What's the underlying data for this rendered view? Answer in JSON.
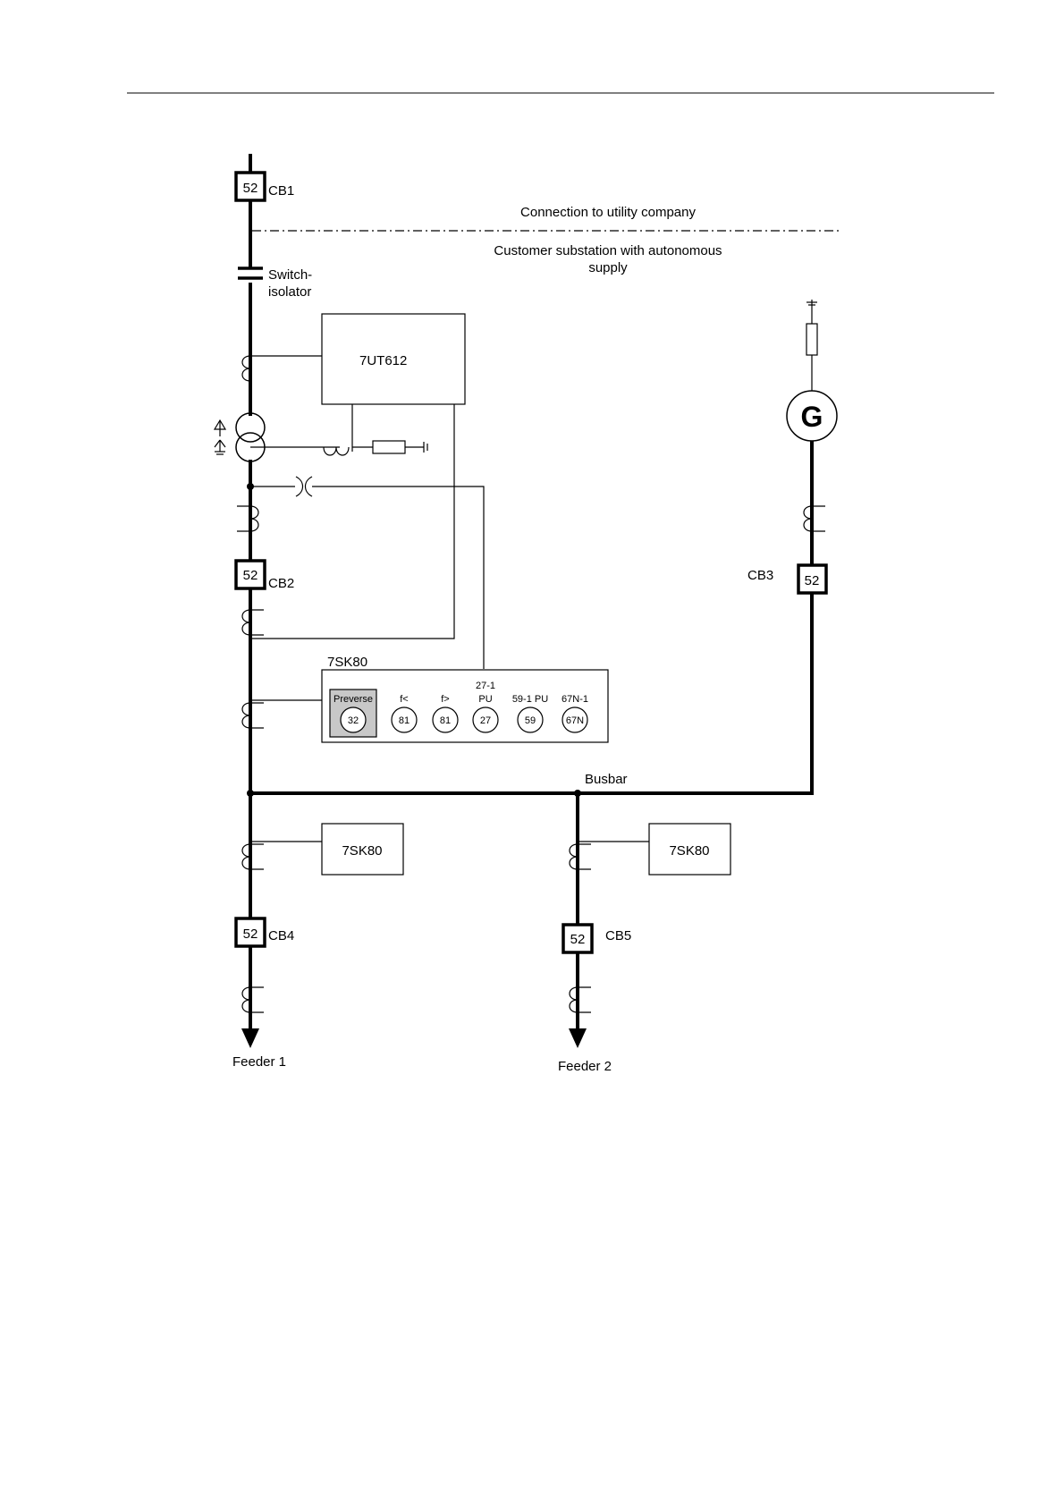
{
  "connection_label": "Connection to utility company",
  "customer_label_line1": "Customer substation with autonomous",
  "customer_label_line2": "supply",
  "switch_isolator_line1": "Switch-",
  "switch_isolator_line2": "isolator",
  "relay_7ut": "7UT612",
  "relay_7sk_main_title": "7SK80",
  "relay_7sk_feeder1": "7SK80",
  "relay_7sk_feeder2": "7SK80",
  "generator_symbol": "G",
  "busbar_label": "Busbar",
  "breakers": [
    {
      "ansi": "52",
      "name": "CB1"
    },
    {
      "ansi": "52",
      "name": "CB2"
    },
    {
      "ansi": "52",
      "name": "CB3"
    },
    {
      "ansi": "52",
      "name": "CB4"
    },
    {
      "ansi": "52",
      "name": "CB5"
    }
  ],
  "functions": [
    {
      "top": "Preverse",
      "top_pre": "",
      "code": "32",
      "highlighted": true
    },
    {
      "top": "f<",
      "top_pre": "",
      "code": "81",
      "highlighted": false
    },
    {
      "top": "f>",
      "top_pre": "",
      "code": "81",
      "highlighted": false
    },
    {
      "top": "PU",
      "top_pre": "27-1",
      "code": "27",
      "highlighted": false
    },
    {
      "top": "59-1 PU",
      "top_pre": "",
      "code": "59",
      "highlighted": false
    },
    {
      "top": "67N-1",
      "top_pre": "",
      "code": "67N",
      "highlighted": false
    }
  ],
  "feeders": [
    "Feeder 1",
    "Feeder 2"
  ],
  "colors": {
    "line": "#000000",
    "highlight": "#c8c8c8",
    "background": "#ffffff"
  }
}
